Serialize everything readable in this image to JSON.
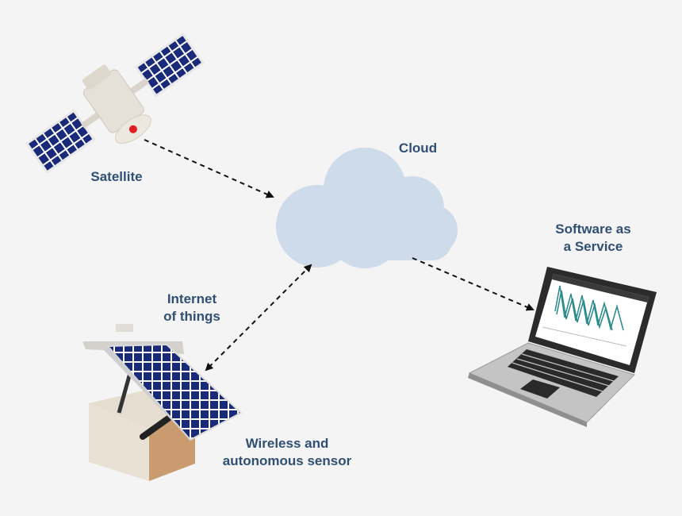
{
  "nodes": {
    "satellite": {
      "label": "Satellite"
    },
    "cloud": {
      "label": "Cloud"
    },
    "saas": {
      "line1": "Software as",
      "line2": "a Service"
    },
    "iot": {
      "line1": "Internet",
      "line2": "of things"
    },
    "sensor": {
      "line1": "Wireless and",
      "line2": "autonomous sensor"
    }
  },
  "colors": {
    "label": "#2f4f74",
    "cloud": "#cddbeb",
    "solar_cell": "#1a2a7a",
    "arrow": "#111111"
  },
  "icons": {
    "satellite": "satellite-icon",
    "cloud": "cloud-icon",
    "laptop": "laptop-icon",
    "sensor": "solar-sensor-box-icon"
  }
}
